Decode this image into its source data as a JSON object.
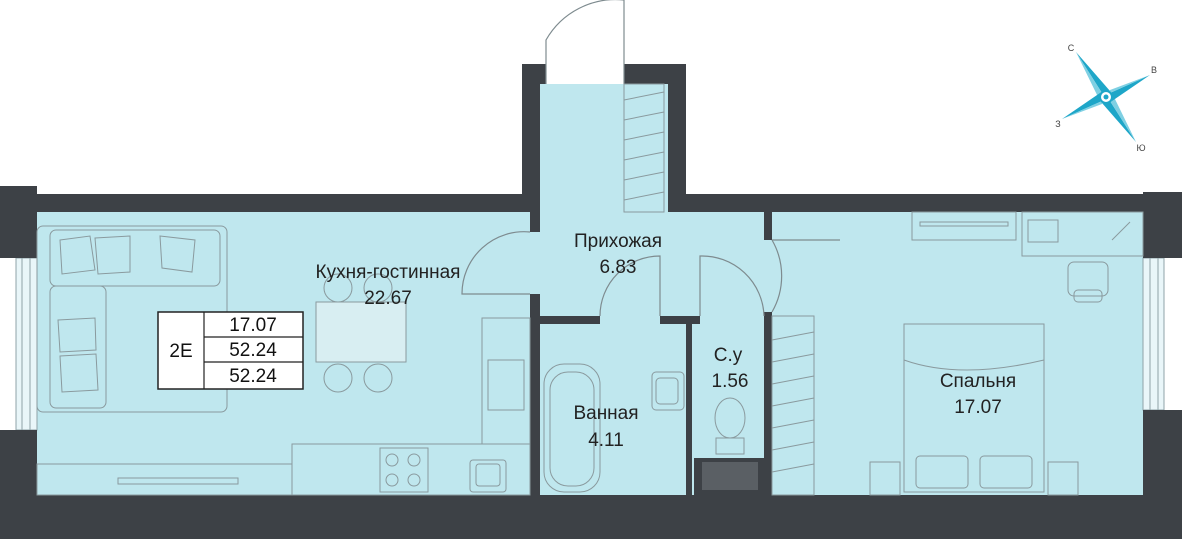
{
  "rooms": {
    "kitchen": {
      "name": "Кухня-гостинная",
      "area": "22.67"
    },
    "hall": {
      "name": "Прихожая",
      "area": "6.83"
    },
    "bath": {
      "name": "Ванная",
      "area": "4.11"
    },
    "wc": {
      "name": "С.у",
      "area": "1.56"
    },
    "bedroom": {
      "name": "Спальня",
      "area": "17.07"
    }
  },
  "info_box": {
    "type": "2Е",
    "living_area": "17.07",
    "total_area": "52.24",
    "total_area_2": "52.24"
  },
  "compass": {
    "north": "С",
    "east": "В",
    "south": "Ю",
    "west": "З"
  },
  "colors": {
    "floor": "#bfe7ee",
    "wall": "#3d4146",
    "compass": "#1ea6c8"
  }
}
